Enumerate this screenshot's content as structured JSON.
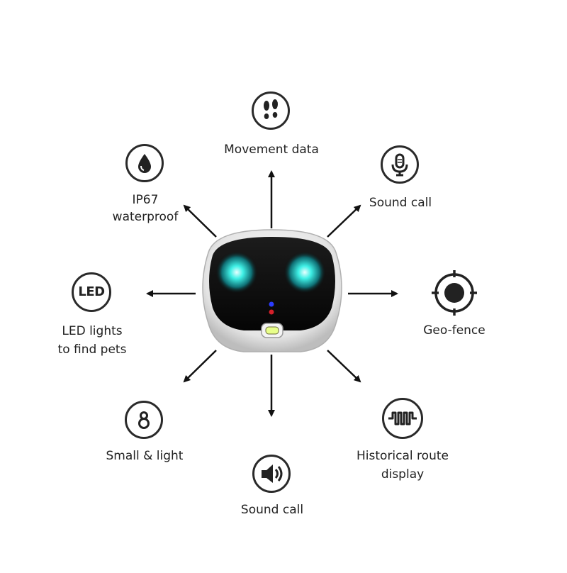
{
  "features": {
    "movement": {
      "label": "Movement data",
      "icon": "footprints-icon"
    },
    "sound_call_top": {
      "label": "Sound call",
      "icon": "microphone-icon"
    },
    "waterproof": {
      "label_line1": "IP67",
      "label_line2": "waterproof",
      "icon": "water-drop-icon"
    },
    "led": {
      "icon_text": "LED",
      "label_line1": "LED lights",
      "label_line2": "to find pets",
      "icon": "led-icon"
    },
    "geofence": {
      "label": "Geo-fence",
      "icon": "target-icon"
    },
    "small_light": {
      "label": "Small & light",
      "icon": "figure-eight-icon"
    },
    "sound_call_bottom": {
      "label": "Sound call",
      "icon": "speaker-icon"
    },
    "route": {
      "label_line1": "Historical route",
      "label_line2": "display",
      "icon": "waveform-icon"
    }
  },
  "colors": {
    "ink": "#222222",
    "eye_glow": "#3ff0e6",
    "device_shell": "#eeeeee",
    "device_face": "#0c0c0c"
  }
}
